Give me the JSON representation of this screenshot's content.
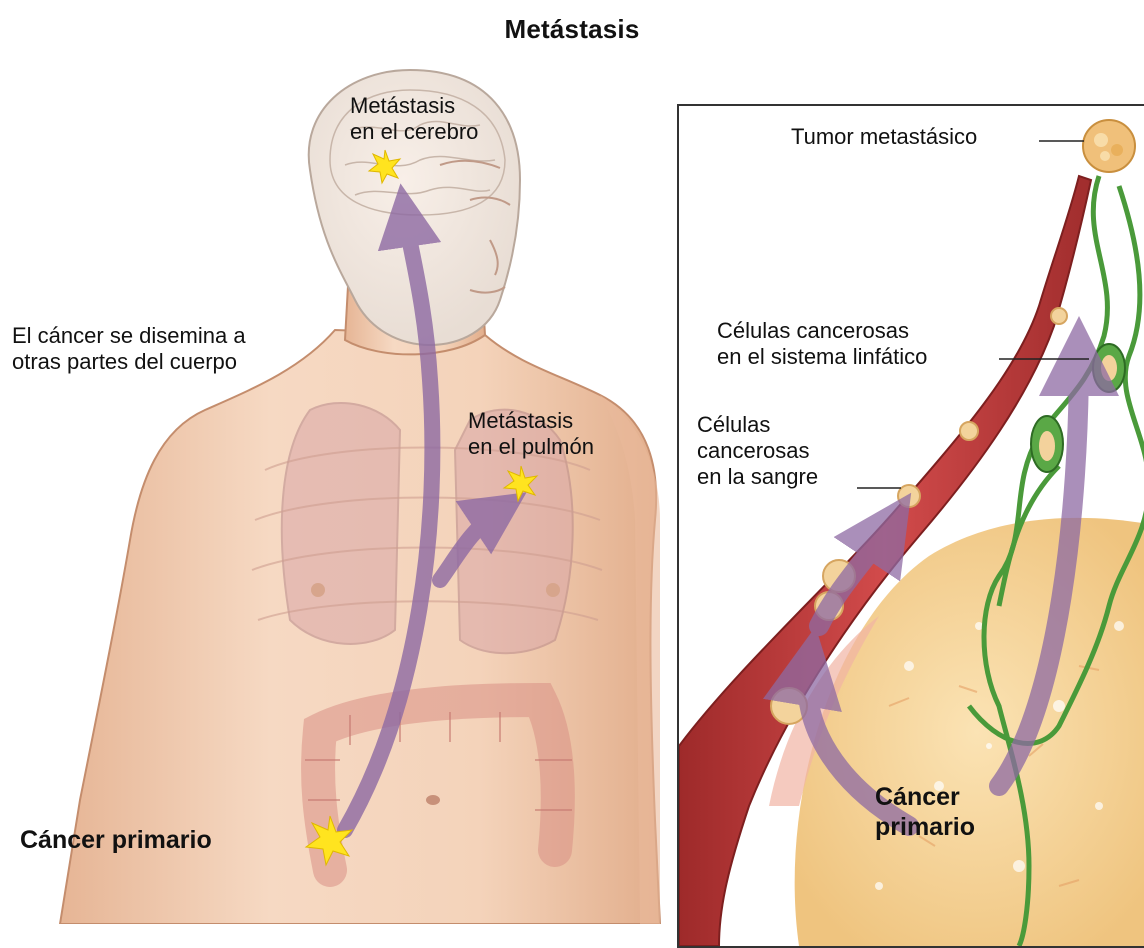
{
  "title": "Metástasis",
  "body_labels": {
    "spread": [
      "El cáncer se disemina a",
      "otras partes del cuerpo"
    ],
    "brain": [
      "Metástasis",
      "en el cerebro"
    ],
    "lung": [
      "Metástasis",
      "en el pulmón"
    ],
    "primary": "Cáncer primario"
  },
  "inset_labels": {
    "tumor": "Tumor metastásico",
    "lymph": [
      "Células cancerosas",
      "en el sistema linfático"
    ],
    "blood": [
      "Células",
      "cancerosas",
      "en la sangre"
    ],
    "primary": [
      "Cáncer",
      "primario"
    ]
  },
  "colors": {
    "skin": "#f2cfb4",
    "skin_shadow": "#e2ae8c",
    "organ": "#dba3a0",
    "arrow": "#8e6aa3",
    "vessel": "#c43b3b",
    "lymph": "#4a9a3a",
    "tumor": "#f3cc8c",
    "star": "#ffe41f"
  }
}
